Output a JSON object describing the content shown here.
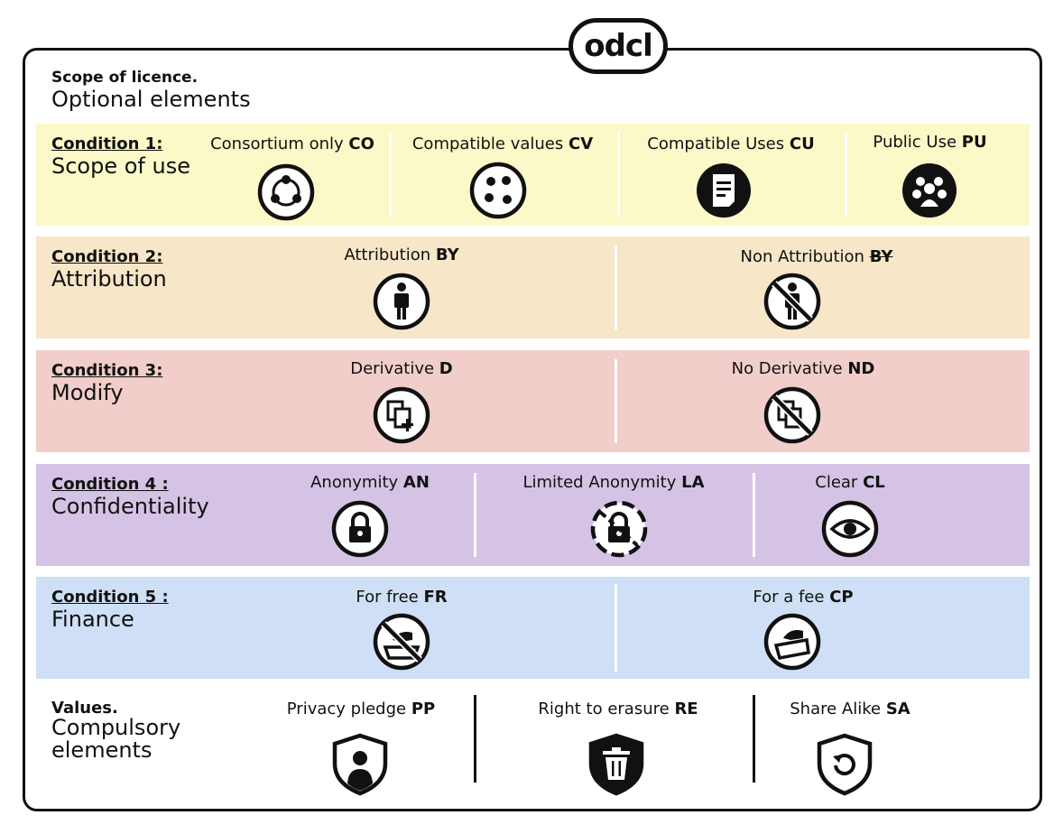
{
  "logo": {
    "text": "odcl"
  },
  "header": {
    "small": "Scope of licence.",
    "big": "Optional elements"
  },
  "conditions": [
    {
      "label": "Condition 1:",
      "title": "Scope of use",
      "color": "#fbf9c8",
      "options": [
        {
          "name": "Consortium only",
          "code": "CO",
          "icon": "consortium-icon"
        },
        {
          "name": "Compatible values",
          "code": "CV",
          "icon": "dots-icon"
        },
        {
          "name": "Compatible Uses",
          "code": "CU",
          "icon": "document-icon"
        },
        {
          "name": "Public Use",
          "code": "PU",
          "icon": "group-icon"
        }
      ]
    },
    {
      "label": "Condition 2:",
      "title": "Attribution",
      "color": "#f7e6c7",
      "options": [
        {
          "name": "Attribution",
          "code": "BY",
          "icon": "person-icon"
        },
        {
          "name": "Non Attribution",
          "code": "BY",
          "icon": "no-person-icon",
          "code_strikethrough": true
        }
      ]
    },
    {
      "label": "Condition 3:",
      "title": "Modify",
      "color": "#f1cec9",
      "options": [
        {
          "name": "Derivative",
          "code": "D",
          "icon": "derivative-icon"
        },
        {
          "name": "No Derivative",
          "code": "ND",
          "icon": "no-derivative-icon"
        }
      ]
    },
    {
      "label": "Condition 4 :",
      "title": "Confidentiality",
      "color": "#d5c3e5",
      "options": [
        {
          "name": "Anonymity",
          "code": "AN",
          "icon": "lock-icon"
        },
        {
          "name": "Limited Anonymity",
          "code": "LA",
          "icon": "partial-lock-icon"
        },
        {
          "name": "Clear",
          "code": "CL",
          "icon": "eye-icon"
        }
      ]
    },
    {
      "label": "Condition 5 :",
      "title": "Finance",
      "color": "#cfdff5",
      "options": [
        {
          "name": "For free",
          "code": "FR",
          "icon": "no-payment-icon"
        },
        {
          "name": "For a fee",
          "code": "CP",
          "icon": "payment-icon"
        }
      ]
    }
  ],
  "values": {
    "small": "Values.",
    "big_line1": "Compulsory",
    "big_line2": "elements",
    "items": [
      {
        "name": "Privacy pledge",
        "code": "PP",
        "icon": "privacy-shield-icon"
      },
      {
        "name": "Right to erasure",
        "code": "RE",
        "icon": "trash-shield-icon"
      },
      {
        "name": "Share Alike",
        "code": "SA",
        "icon": "share-shield-icon"
      }
    ]
  }
}
